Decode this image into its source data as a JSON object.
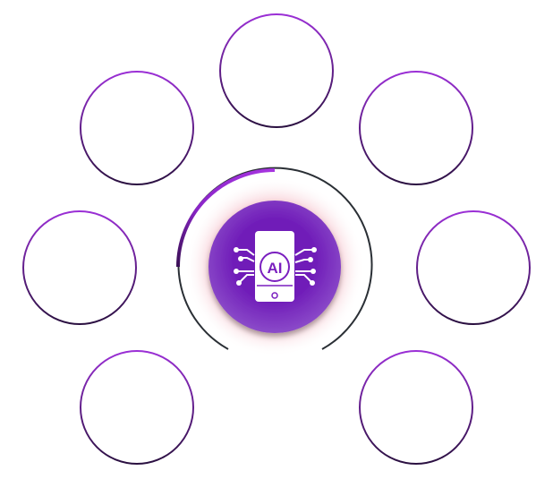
{
  "center": {
    "icon": "ai-smartphone-icon",
    "label": "AI"
  },
  "colors": {
    "accent": "#9b2fd6",
    "ring": "#2a2f35",
    "inner": "#7a1fbf",
    "glow": "#f2a0b0",
    "outline_dark": "#2a1040"
  },
  "nodes": [
    {
      "name": "node-top",
      "text": ""
    },
    {
      "name": "node-top-right",
      "text": ""
    },
    {
      "name": "node-right",
      "text": ""
    },
    {
      "name": "node-bottom-right",
      "text": ""
    },
    {
      "name": "node-bottom-left",
      "text": ""
    },
    {
      "name": "node-left",
      "text": ""
    },
    {
      "name": "node-top-left",
      "text": ""
    }
  ]
}
